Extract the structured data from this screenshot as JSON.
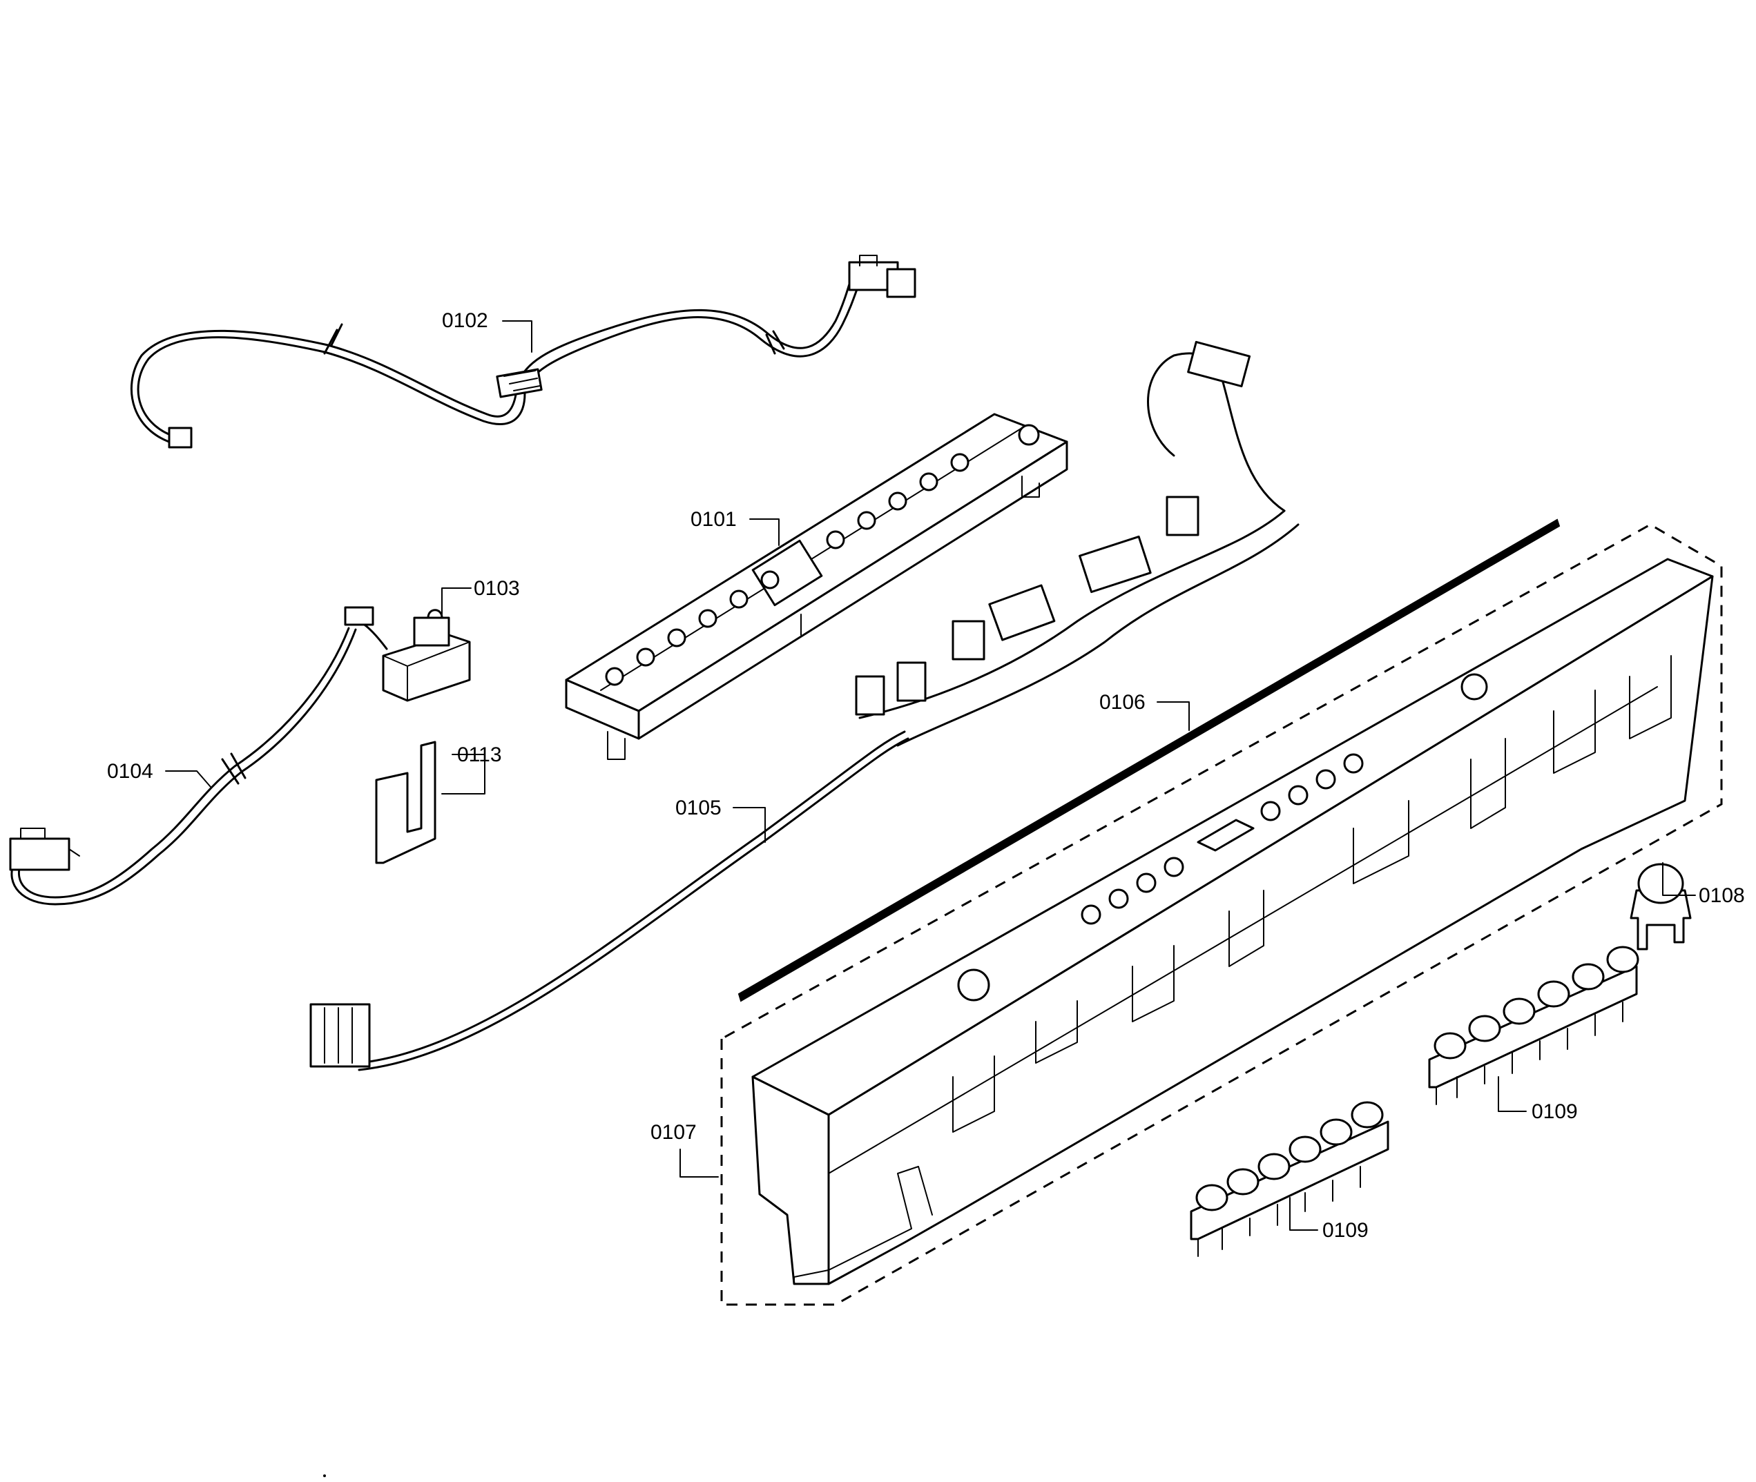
{
  "labels": {
    "p0101": "0101",
    "p0102": "0102",
    "p0103": "0103",
    "p0104": "0104",
    "p0105": "0105",
    "p0106": "0106",
    "p0107": "0107",
    "p0108": "0108",
    "p0109a": "0109",
    "p0109b": "0109",
    "p0113": "0113"
  }
}
